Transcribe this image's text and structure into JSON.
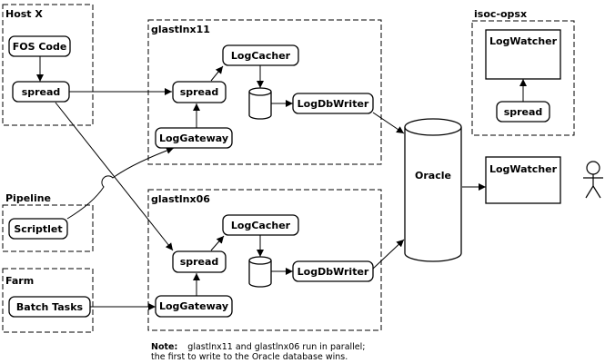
{
  "groups": {
    "host_x": "Host X",
    "glastlnx11": "glastlnx11",
    "isoc_opsx": "isoc-opsx",
    "pipeline": "Pipeline",
    "glastlnx06": "glastlnx06",
    "farm": "Farm"
  },
  "nodes": {
    "fos_code": "FOS Code",
    "spread_host": "spread",
    "spread_11": "spread",
    "logcacher_11": "LogCacher",
    "logdbwriter_11": "LogDbWriter",
    "loggateway_11": "LogGateway",
    "logwatcher_isoc": "LogWatcher",
    "spread_isoc": "spread",
    "oracle": "Oracle",
    "logwatcher_main": "LogWatcher",
    "scriptlet": "Scriptlet",
    "batch_tasks": "Batch Tasks",
    "spread_06": "spread",
    "logcacher_06": "LogCacher",
    "logdbwriter_06": "LogDbWriter",
    "loggateway_06": "LogGateway"
  },
  "note": {
    "label": "Note:",
    "line1": "glastlnx11 and glastlnx06 run in parallel;",
    "line2": "the first to write to the Oracle database wins."
  }
}
